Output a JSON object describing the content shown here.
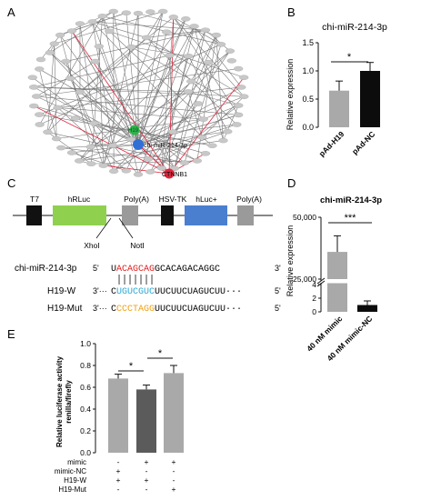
{
  "panel_labels": {
    "A": "A",
    "B": "B",
    "C": "C",
    "D": "D",
    "E": "E"
  },
  "network": {
    "center_label": "chi-miR-214-3p",
    "h19_label": "H19",
    "ctnnb1_label": "CTNNB1",
    "colors": {
      "node": "#c8c8c8",
      "center": "#2f6fd6",
      "h19": "#2db34a",
      "ctnnb1": "#e0263e",
      "edge": "#7a7a7a",
      "hub_edge": "#e0263e"
    }
  },
  "construct": {
    "elements": [
      "T7",
      "hRLuc",
      "Poly(A)",
      "HSV-TK",
      "hLuc+",
      "Poly(A)"
    ],
    "sites": [
      "XhoI",
      "NotI"
    ],
    "colors": {
      "hRLuc": "#8fd14f",
      "hLuc": "#4a7fd0",
      "black_box": "#111111",
      "grey_box": "#9a9a9a"
    }
  },
  "sequences": {
    "mirna": {
      "name": "chi-miR-214-3p",
      "p5": "5'",
      "p3": "3'",
      "lead": "U",
      "seed": "ACAGCAG",
      "rest": "GCACAGACAGGC"
    },
    "h19w": {
      "name": "H19-W",
      "p5": "5'",
      "p3": "3'···",
      "lead": "C",
      "seed": "UGUCGUC",
      "rest": "UUCUUCUAGUCUU···"
    },
    "h19mut": {
      "name": "H19-Mut",
      "p5": "5'",
      "p3": "3'···",
      "lead": "C",
      "seed": "CCCTAGG",
      "rest": "UUCUUCUAGUCUU···"
    },
    "colors": {
      "seed_mirna": "#e02020",
      "seed_w": "#2aa7d6",
      "seed_mut": "#f0a010"
    }
  },
  "chart_data": [
    {
      "panel": "B",
      "type": "bar",
      "title": "chi-miR-214-3p",
      "ylabel": "Relative  expression",
      "categories": [
        "pAd-H19",
        "pAd-NC"
      ],
      "values": [
        0.65,
        1.0
      ],
      "errors": [
        0.17,
        0.15
      ],
      "colors": [
        "#a9a9a9",
        "#0c0c0c"
      ],
      "ylim": [
        0.0,
        1.5
      ],
      "yticks": [
        "0.0",
        "0.5",
        "1.0",
        "1.5"
      ],
      "significance": "*"
    },
    {
      "panel": "D",
      "type": "bar",
      "title": "chi-miR-214-3p",
      "ylabel": "Relative  expression",
      "categories": [
        "40 nM mimic",
        "40 nM mimic-NC"
      ],
      "values": [
        36000,
        1
      ],
      "errors": [
        6500,
        0.6
      ],
      "colors": [
        "#a9a9a9",
        "#0c0c0c"
      ],
      "yticks": [
        "0",
        "2",
        "4",
        "25,000",
        "50,000"
      ],
      "axis_break": [
        4,
        25000
      ],
      "significance": "***"
    },
    {
      "panel": "E",
      "type": "bar",
      "ylabel": [
        "Relative luciferase activity",
        "renilla/firefly"
      ],
      "values": [
        0.68,
        0.58,
        0.73
      ],
      "errors": [
        0.04,
        0.04,
        0.07
      ],
      "colors": [
        "#a9a9a9",
        "#5b5b5b",
        "#a9a9a9"
      ],
      "ylim": [
        0.0,
        1.0
      ],
      "yticks": [
        "0.0",
        "0.2",
        "0.4",
        "0.6",
        "0.8",
        "1.0"
      ],
      "significance": [
        "*",
        "*"
      ],
      "table": {
        "rows": [
          {
            "label": "mimic",
            "marks": [
              "-",
              "+",
              "+"
            ]
          },
          {
            "label": "mimic-NC",
            "marks": [
              "+",
              "-",
              "-"
            ]
          },
          {
            "label": "H19-W",
            "marks": [
              "+",
              "+",
              "-"
            ]
          },
          {
            "label": "H19-Mut",
            "marks": [
              "-",
              "-",
              "+"
            ]
          }
        ]
      }
    }
  ]
}
